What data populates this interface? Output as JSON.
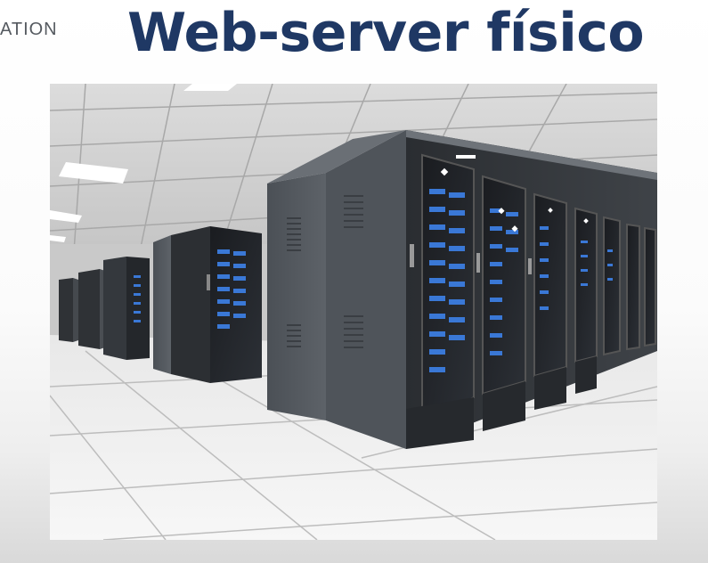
{
  "header": {
    "fragment_text": "ATION",
    "title": "Web-server físico"
  },
  "photo": {
    "subject": "server-room-racks-photo"
  },
  "colors": {
    "title": "#1f3864",
    "fragment": "#555a60",
    "rack": "#3d4146",
    "rack_light": "#5a5f66",
    "led": "#3a78d6"
  }
}
